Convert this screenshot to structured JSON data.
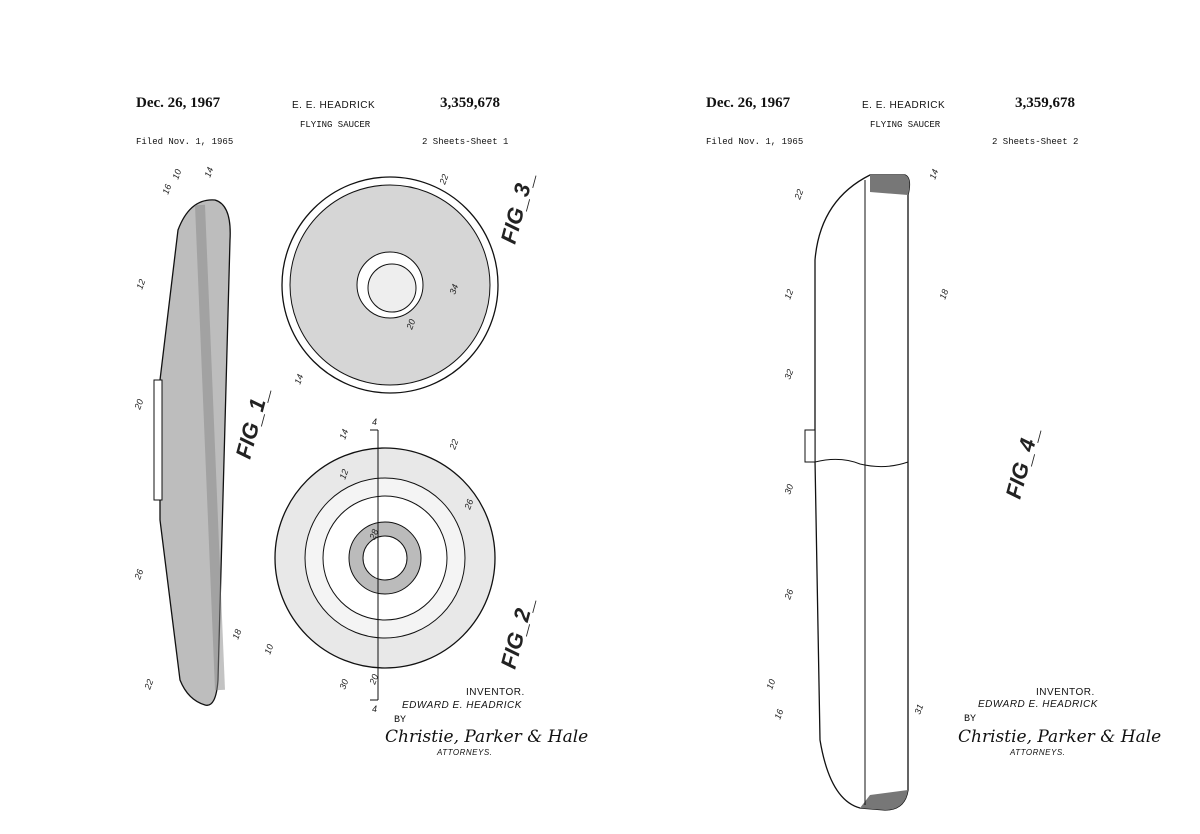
{
  "sheets": [
    {
      "date": "Dec. 26, 1967",
      "inventor_header": "E. E. HEADRICK",
      "patent_number": "3,359,678",
      "title": "FLYING SAUCER",
      "filed": "Filed Nov. 1, 1965",
      "sheet_info": "2 Sheets-Sheet 1",
      "inventor_label": "INVENTOR.",
      "inventor_name": "EDWARD E. HEADRICK",
      "by": "BY",
      "attorneys_signature": "Christie, Parker & Hale",
      "attorneys_label": "ATTORNEYS.",
      "figures": [
        "FIG_1_",
        "FIG_2_",
        "FIG_3_"
      ],
      "reference_numerals": [
        "16",
        "10",
        "14",
        "12",
        "20",
        "26",
        "18",
        "22",
        "22",
        "34",
        "20",
        "14",
        "4",
        "14",
        "12",
        "22",
        "26",
        "28",
        "30",
        "20",
        "10",
        "4"
      ]
    },
    {
      "date": "Dec. 26, 1967",
      "inventor_header": "E. E. HEADRICK",
      "patent_number": "3,359,678",
      "title": "FLYING SAUCER",
      "filed": "Filed Nov. 1, 1965",
      "sheet_info": "2 Sheets-Sheet 2",
      "inventor_label": "INVENTOR.",
      "inventor_name": "EDWARD E. HEADRICK",
      "by": "BY",
      "attorneys_signature": "Christie, Parker & Hale",
      "attorneys_label": "ATTORNEYS.",
      "figures": [
        "FIG_4_"
      ],
      "reference_numerals": [
        "22",
        "14",
        "12",
        "18",
        "32",
        "30",
        "26",
        "10",
        "16",
        "31"
      ]
    }
  ]
}
